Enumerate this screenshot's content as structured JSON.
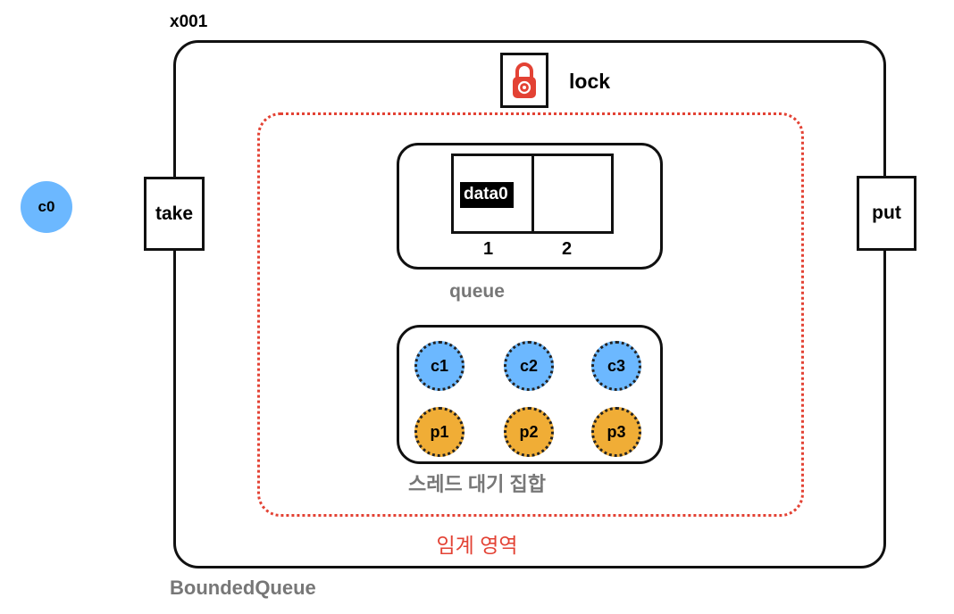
{
  "object_id": "x001",
  "class_name": "BoundedQueue",
  "lock": {
    "label": "lock",
    "icon": "padlock-icon",
    "color": "#e34234"
  },
  "critical_section": {
    "label": "임계 영역",
    "color": "#e34234"
  },
  "ports": {
    "take": "take",
    "put": "put"
  },
  "outside_thread": {
    "label": "c0",
    "color": "#6cb8ff"
  },
  "queue": {
    "label": "queue",
    "slots": [
      {
        "index": "1",
        "value": "data0"
      },
      {
        "index": "2",
        "value": ""
      }
    ]
  },
  "wait_set": {
    "label": "스레드 대기 집합",
    "consumers": [
      "c1",
      "c2",
      "c3"
    ],
    "producers": [
      "p1",
      "p2",
      "p3"
    ],
    "consumer_color": "#6cb8ff",
    "producer_color": "#f0ad36"
  }
}
